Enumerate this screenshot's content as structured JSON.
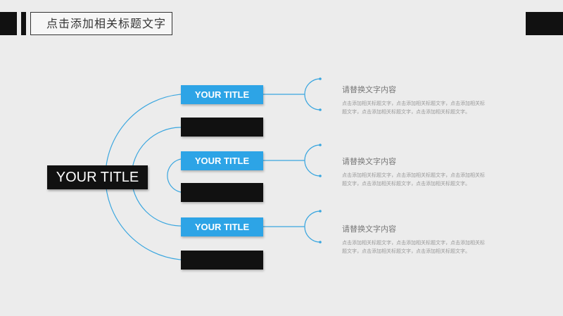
{
  "header": {
    "title": "点击添加相关标题文字"
  },
  "main_node": {
    "label": "YOUR TITLE"
  },
  "branches": [
    {
      "label": "YOUR TITLE"
    },
    {
      "label": ""
    },
    {
      "label": "YOUR TITLE"
    },
    {
      "label": ""
    },
    {
      "label": "YOUR TITLE"
    },
    {
      "label": ""
    }
  ],
  "descriptions": [
    {
      "title": "请替换文字内容",
      "body": "点击添加相关标题文字，点击添加相关标题文字，点击添加相关标题文字，点击添加相关标题文字，点击添加相关标题文字。"
    },
    {
      "title": "请替换文字内容",
      "body": "点击添加相关标题文字，点击添加相关标题文字，点击添加相关标题文字，点击添加相关标题文字，点击添加相关标题文字。"
    },
    {
      "title": "请替换文字内容",
      "body": "点击添加相关标题文字，点击添加相关标题文字，点击添加相关标题文字，点击添加相关标题文字，点击添加相关标题文字。"
    }
  ],
  "colors": {
    "accent": "#2da4e6",
    "dark": "#111111",
    "background": "#ececec",
    "line": "#3aa6df"
  }
}
